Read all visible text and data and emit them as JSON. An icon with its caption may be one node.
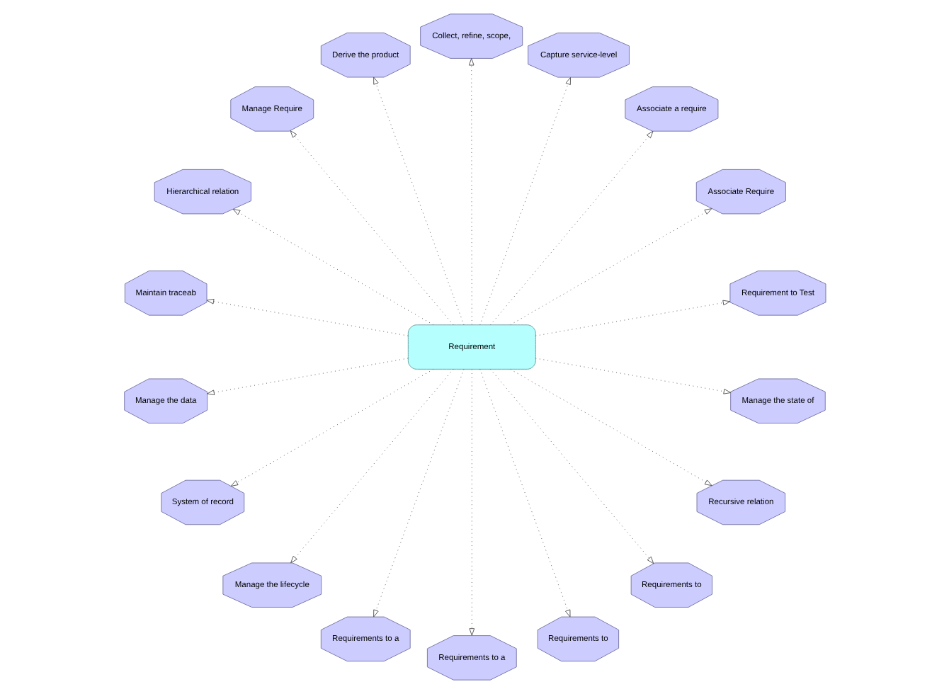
{
  "diagram": {
    "nodes": [
      {
        "text": [
          "Requirement"
        ]
      },
      {
        "text": [
          "Requirement to Test"
        ]
      },
      {
        "text": [
          "Associate Require"
        ]
      },
      {
        "text": [
          "Associate a require"
        ]
      },
      {
        "text": [
          "Capture service-level"
        ]
      },
      {
        "text": [
          "Collect, refine, scope,"
        ]
      },
      {
        "text": [
          "Derive the product"
        ]
      },
      {
        "text": [
          "Manage Require"
        ]
      },
      {
        "text": [
          "Hierarchical relation"
        ]
      },
      {
        "text": [
          "Maintain traceab"
        ]
      },
      {
        "text": [
          "Manage the data"
        ]
      },
      {
        "text": [
          "System of record"
        ]
      },
      {
        "text": [
          "Manage the lifecycle"
        ]
      },
      {
        "text": [
          "Requirements to a"
        ]
      },
      {
        "text": [
          "Requirements to a"
        ]
      },
      {
        "text": [
          "Requirements to"
        ]
      },
      {
        "text": [
          "Requirements to"
        ]
      },
      {
        "text": [
          "Recursive relation"
        ]
      },
      {
        "text": [
          "Manage the state of"
        ]
      }
    ],
    "edges": [
      {
        "from": 0,
        "to": 1,
        "arrow": "to",
        "style": "dashed"
      },
      {
        "from": 0,
        "to": 2,
        "arrow": "to",
        "style": "dashed"
      },
      {
        "from": 0,
        "to": 3,
        "arrow": "to",
        "style": "dashed"
      },
      {
        "from": 0,
        "to": 4,
        "arrow": "to",
        "style": "dashed"
      },
      {
        "from": 0,
        "to": 5,
        "arrow": "to",
        "style": "dashed"
      },
      {
        "from": 0,
        "to": 6,
        "arrow": "to",
        "style": "dashed"
      },
      {
        "from": 0,
        "to": 7,
        "arrow": "to",
        "style": "dashed"
      },
      {
        "from": 0,
        "to": 8,
        "arrow": "to",
        "style": "dashed"
      },
      {
        "from": 0,
        "to": 9,
        "arrow": "to",
        "style": "dashed"
      },
      {
        "from": 0,
        "to": 10,
        "arrow": "to",
        "style": "dashed"
      },
      {
        "from": 0,
        "to": 11,
        "arrow": "to",
        "style": "dashed"
      },
      {
        "from": 0,
        "to": 12,
        "arrow": "to",
        "style": "dashed"
      },
      {
        "from": 0,
        "to": 13,
        "arrow": "to",
        "style": "dashed"
      },
      {
        "from": 0,
        "to": 14,
        "arrow": "to",
        "style": "dashed"
      },
      {
        "from": 0,
        "to": 15,
        "arrow": "to",
        "style": "dashed"
      },
      {
        "from": 0,
        "to": 16,
        "arrow": "to",
        "style": "dashed"
      },
      {
        "from": 0,
        "to": 17,
        "arrow": "to",
        "style": "dashed"
      },
      {
        "from": 0,
        "to": 18,
        "arrow": "to",
        "style": "dashed"
      }
    ]
  }
}
